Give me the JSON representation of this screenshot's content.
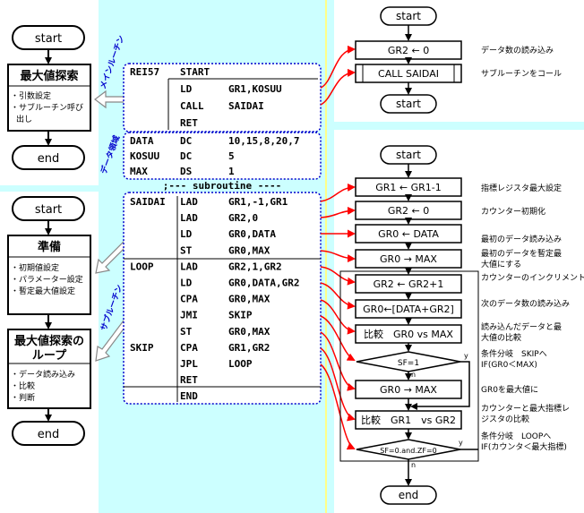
{
  "left_overview": {
    "main": {
      "start": "start",
      "box_title": "最大値探索",
      "box_items": [
        "・引数設定",
        "・サブルーチン呼び",
        "出し"
      ],
      "end": "end"
    },
    "sub": {
      "start": "start",
      "prep_title": "準備",
      "prep_items": [
        "・初期値設定",
        "・パラメーター設定",
        "・暫定最大値設定"
      ],
      "loop_title_1": "最大値探索の",
      "loop_title_2": "ループ",
      "loop_items": [
        "・データ読み込み",
        "・比較",
        "・判断"
      ],
      "end": "end"
    }
  },
  "section_labels": {
    "main": "メインルーチン",
    "data": "データ領域",
    "sub": "サブルーチン"
  },
  "code": {
    "main_rows": [
      [
        "REI57",
        "START",
        ""
      ],
      [
        "",
        "LD",
        "GR1,KOSUU"
      ],
      [
        "",
        "CALL",
        "SAIDAI"
      ],
      [
        "",
        "RET",
        ""
      ]
    ],
    "data_rows": [
      [
        "DATA",
        "DC",
        "10,15,8,20,7"
      ],
      [
        "KOSUU",
        "DC",
        "5"
      ],
      [
        "MAX",
        "DS",
        "1"
      ]
    ],
    "divider": ";--- subroutine ----",
    "sub_rows": [
      [
        "SAIDAI",
        "LAD",
        "GR1,-1,GR1"
      ],
      [
        "",
        "LAD",
        "GR2,0"
      ],
      [
        "",
        "LD",
        "GR0,DATA"
      ],
      [
        "",
        "ST",
        "GR0,MAX"
      ],
      [
        "LOOP",
        "LAD",
        "GR2,1,GR2"
      ],
      [
        "",
        "LD",
        "GR0,DATA,GR2"
      ],
      [
        "",
        "CPA",
        "GR0,MAX"
      ],
      [
        "",
        "JMI",
        "SKIP"
      ],
      [
        "",
        "ST",
        "GR0,MAX"
      ],
      [
        "SKIP",
        "CPA",
        "GR1,GR2"
      ],
      [
        "",
        "JPL",
        "LOOP"
      ],
      [
        "",
        "RET",
        ""
      ],
      [
        "",
        "END",
        ""
      ]
    ]
  },
  "main_flow": {
    "start": "start",
    "step1": "GR2 ← 0",
    "step1_note": "データ数の読み込み",
    "step2": "CALL SAIDAI",
    "step2_note": "サブルーチンをコール",
    "end": "start"
  },
  "sub_flow": {
    "start": "start",
    "steps": [
      {
        "label": "GR1 ← GR1-1",
        "note": [
          "指標レジスタ最大設定"
        ]
      },
      {
        "label": "GR2 ← 0",
        "note": [
          "カウンター初期化"
        ]
      },
      {
        "label": "GR0 ← DATA",
        "note": [
          "最初のデータ読み込み"
        ]
      },
      {
        "label": "GR0 → MAX",
        "note": [
          "最初のデータを暫定最",
          "大値にする"
        ]
      },
      {
        "label": "GR2 ← GR2+1",
        "note": [
          "カウンターのインクリメント"
        ]
      },
      {
        "label": "GR0←[DATA+GR2]",
        "note": [
          "次のデータ数の読み込み"
        ]
      },
      {
        "label": "比較　GR0 vs MAX",
        "note": [
          "読み込んだデータと最",
          "大値の比較"
        ]
      },
      {
        "label": "GR0 → MAX",
        "note": [
          "GR0を最大値に"
        ]
      },
      {
        "label": "比較　GR1　vs GR2",
        "note": [
          "カウンターと最大指標レ",
          "ジスタの比較"
        ]
      }
    ],
    "diamond1": {
      "label": "SF=1",
      "note": [
        "条件分岐　SKIPへ",
        "IF(GR0＜MAX)"
      ]
    },
    "diamond2": {
      "label": "SF=0.and.ZF=0",
      "note": [
        "条件分岐　LOOPへ",
        "IF(カウンタ＜最大指標)"
      ]
    },
    "yes": "y",
    "no": "n",
    "end": "end"
  },
  "colors": {
    "background": "#ccffff",
    "panel": "#ffffff",
    "section_border": "#0000cc",
    "arrow_red": "#ff0000",
    "arrow_gray": "#999999",
    "label_blue": "#0000cc"
  }
}
